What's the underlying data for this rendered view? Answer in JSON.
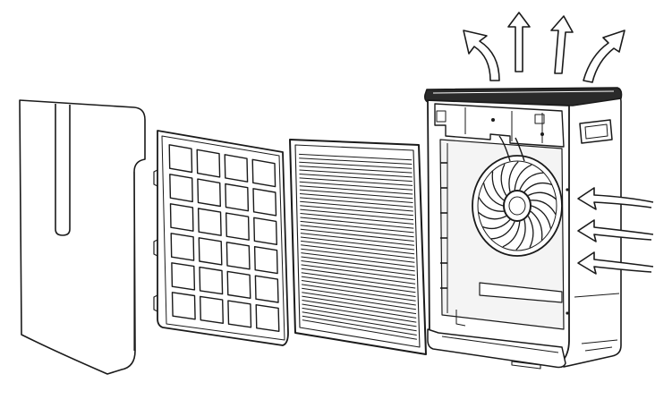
{
  "diagram": {
    "colors": {
      "line": "#1a1a1a",
      "fill": "#ffffff",
      "shade": "#f4f4f4",
      "dark": "#2a2a2a"
    },
    "components": [
      {
        "id": "front-panel",
        "icon": "front-cover-panel"
      },
      {
        "id": "pre-filter",
        "icon": "grid-pre-filter"
      },
      {
        "id": "hepa-filter",
        "icon": "pleated-filter"
      },
      {
        "id": "main-unit",
        "icon": "purifier-housing-with-fan"
      }
    ],
    "airflow": {
      "outlet_arrows": 4,
      "inlet_arrows": 3
    }
  }
}
